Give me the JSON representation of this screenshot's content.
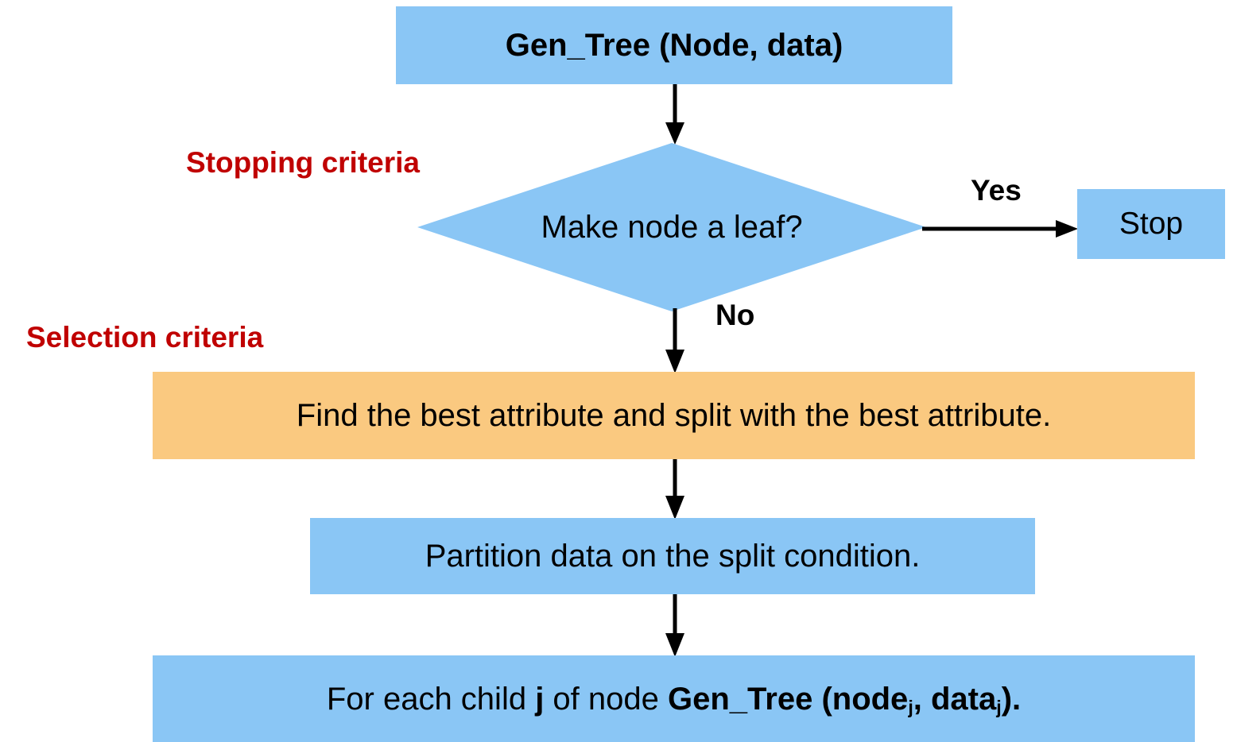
{
  "diagram": {
    "title": "Gen_Tree recursive decision tree construction flowchart",
    "colors": {
      "node_blue": "#8AC6F5",
      "node_orange": "#FAC980",
      "annotation_red": "#C00000",
      "connector_black": "#000000",
      "background": "#FFFFFF"
    },
    "nodes": {
      "start": {
        "label": "Gen_Tree (Node, data)",
        "shape": "rectangle",
        "fill": "#8AC6F5"
      },
      "decision": {
        "label": "Make node a leaf?",
        "shape": "diamond",
        "fill": "#8AC6F5"
      },
      "stop": {
        "label": "Stop",
        "shape": "rectangle",
        "fill": "#8AC6F5"
      },
      "find_attribute": {
        "label": "Find the best attribute and split with the best attribute.",
        "shape": "rectangle",
        "fill": "#FAC980"
      },
      "partition": {
        "label": "Partition data on the split condition.",
        "shape": "rectangle",
        "fill": "#8AC6F5"
      },
      "recurse": {
        "text_prefix": "For each child ",
        "text_bold_j": "j",
        "text_middle": " of node ",
        "call_name": "Gen_Tree (node",
        "sub_one": "j",
        "call_middle": ",  data",
        "sub_two": "j",
        "call_suffix": ").",
        "shape": "rectangle",
        "fill": "#8AC6F5"
      }
    },
    "annotations": {
      "stopping_criteria": "Stopping criteria",
      "selection_criteria": "Selection criteria"
    },
    "edge_labels": {
      "yes": "Yes",
      "no": "No"
    },
    "edges": [
      {
        "from": "start",
        "to": "decision",
        "label": "",
        "direction": "down"
      },
      {
        "from": "decision",
        "to": "stop",
        "label": "Yes",
        "direction": "right"
      },
      {
        "from": "decision",
        "to": "find_attribute",
        "label": "No",
        "direction": "down"
      },
      {
        "from": "find_attribute",
        "to": "partition",
        "label": "",
        "direction": "down"
      },
      {
        "from": "partition",
        "to": "recurse",
        "label": "",
        "direction": "down"
      }
    ]
  }
}
